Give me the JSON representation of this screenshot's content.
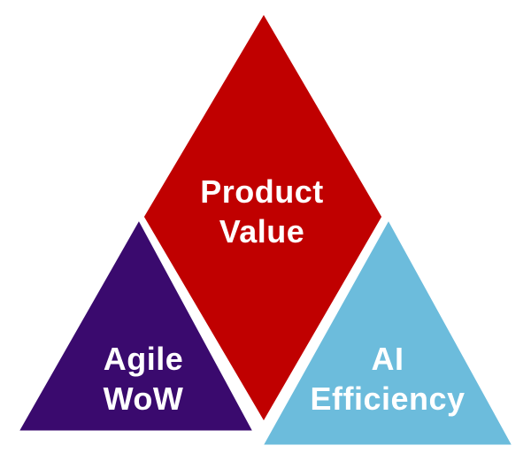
{
  "diagram": {
    "top": {
      "line1": "Product",
      "line2": "Value",
      "color": "#C00000"
    },
    "left": {
      "line1": "Agile",
      "line2": "WoW",
      "color": "#3A0A6E"
    },
    "right": {
      "line1": "AI",
      "line2": "Efficiency",
      "color": "#6CBCDC"
    },
    "border_color": "#FFFFFF"
  }
}
